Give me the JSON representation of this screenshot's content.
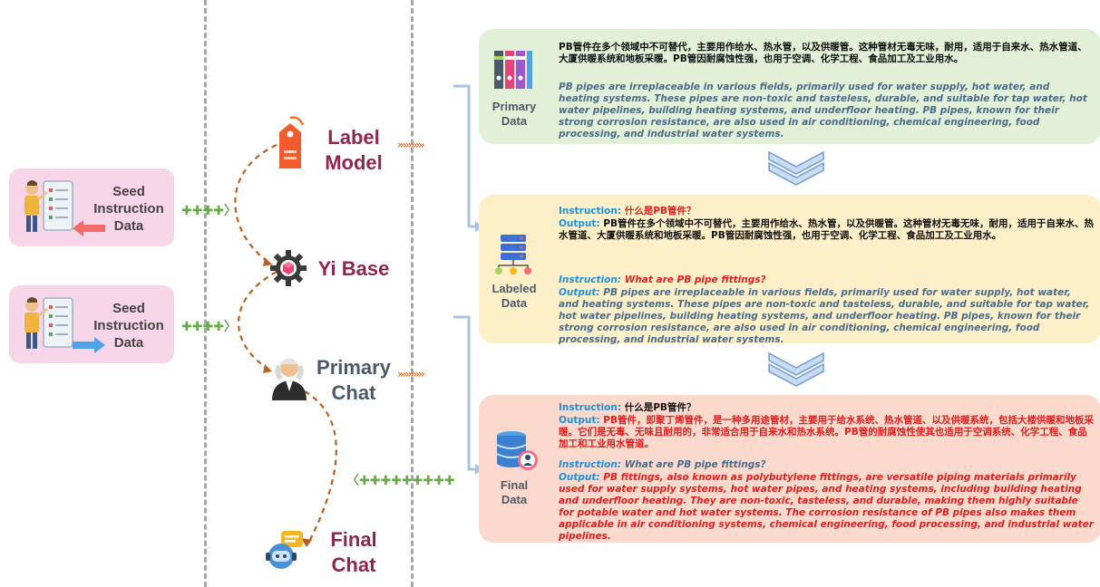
{
  "seed_boxes": [
    {
      "label_line1": "Seed",
      "label_line2": "Instruction",
      "label_line3": "Data"
    },
    {
      "label_line1": "Seed",
      "label_line2": "Instruction",
      "label_line3": "Data"
    }
  ],
  "nodes": {
    "label_model": {
      "line1": "Label",
      "line2": "Model"
    },
    "yi_base": {
      "text": "Yi Base"
    },
    "primary_chat": {
      "line1": "Primary",
      "line2": "Chat"
    },
    "final_chat": {
      "line1": "Final",
      "line2": "Chat"
    }
  },
  "panels": {
    "primary": {
      "label_line1": "Primary",
      "label_line2": "Data",
      "zh": "PB管件在多个领域中不可替代，主要用作给水、热水管，以及供暖管。这种管材无毒无味，耐用，适用于自来水、热水管道、大厦供暖系统和地板采暖。PB管因耐腐蚀性强，也用于空调、化学工程、食品加工及工业用水。",
      "en": "PB pipes are irreplaceable in various fields, primarily used for water supply, hot water, and heating systems. These pipes are non-toxic and tasteless, durable, and suitable for tap water, hot water pipelines, building heating systems, and underfloor heating. PB pipes, known for their strong corrosion resistance, are also used in air conditioning, chemical engineering, food processing, and industrial water systems."
    },
    "labeled": {
      "label_line1": "Labeled",
      "label_line2": "Data",
      "instruction_key": "Instruction:",
      "instruction_zh": "什么是PB管件？",
      "output_key": "Output:",
      "output_zh": "PB管件在多个领域中不可替代，主要用作给水、热水管，以及供暖管。这种管材无毒无味，耐用，适用于自来水、热水管道、大厦供暖系统和地板采暖。PB管因耐腐蚀性强，也用于空调、化学工程、食品加工及工业用水。",
      "instruction_en_key": "Instruction:",
      "instruction_en": "What are PB pipe fittings?",
      "output_en_key": "Output:",
      "output_en": "PB pipes are irreplaceable in various fields, primarily used for water supply, hot water, and heating systems. These pipes are non-toxic and tasteless, durable, and suitable for tap water, hot water pipelines, building heating systems, and underfloor heating. PB pipes, known for their strong corrosion resistance, are also used in air conditioning, chemical engineering, food processing, and industrial water systems."
    },
    "final": {
      "label_line1": "Final",
      "label_line2": "Data",
      "instruction_key": "Instruction:",
      "instruction_zh": "什么是PB管件？",
      "output_key": "Output:",
      "output_zh": "PB管件，即聚丁烯管件，是一种多用途管材，主要用于给水系统、热水管道、以及供暖系统，包括大楼供暖和地板采暖。它们是无毒、无味且耐用的，非常适合用于自来水和热水系统。PB管的耐腐蚀性使其也适用于空调系统、化学工程、食品加工和工业用水管道。",
      "instruction_en_key": "Instruction:",
      "instruction_en": "What are PB pipe fittings?",
      "output_en_key": "Output:",
      "output_en": "PB fittings, also known as polybutylene fittings, are versatile piping materials primarily used for water supply systems, hot water pipes, and heating systems, including building heating and underfloor heating. They are non-toxic, tasteless, and durable, making them highly suitable for potable water and hot water systems. The corrosion resistance of PB pipes also makes them applicable in air conditioning systems, chemical engineering, food processing, and industrial water pipelines."
    }
  },
  "colors": {
    "seed_bg": "#f7d6ea",
    "primary_bg": "#e3f0d8",
    "labeled_bg": "#fdf0c8",
    "final_bg": "#fbd9cc",
    "node_label": "#8e2650",
    "connector": "#a9c4e0",
    "dashed_curve": "#b8601f"
  }
}
